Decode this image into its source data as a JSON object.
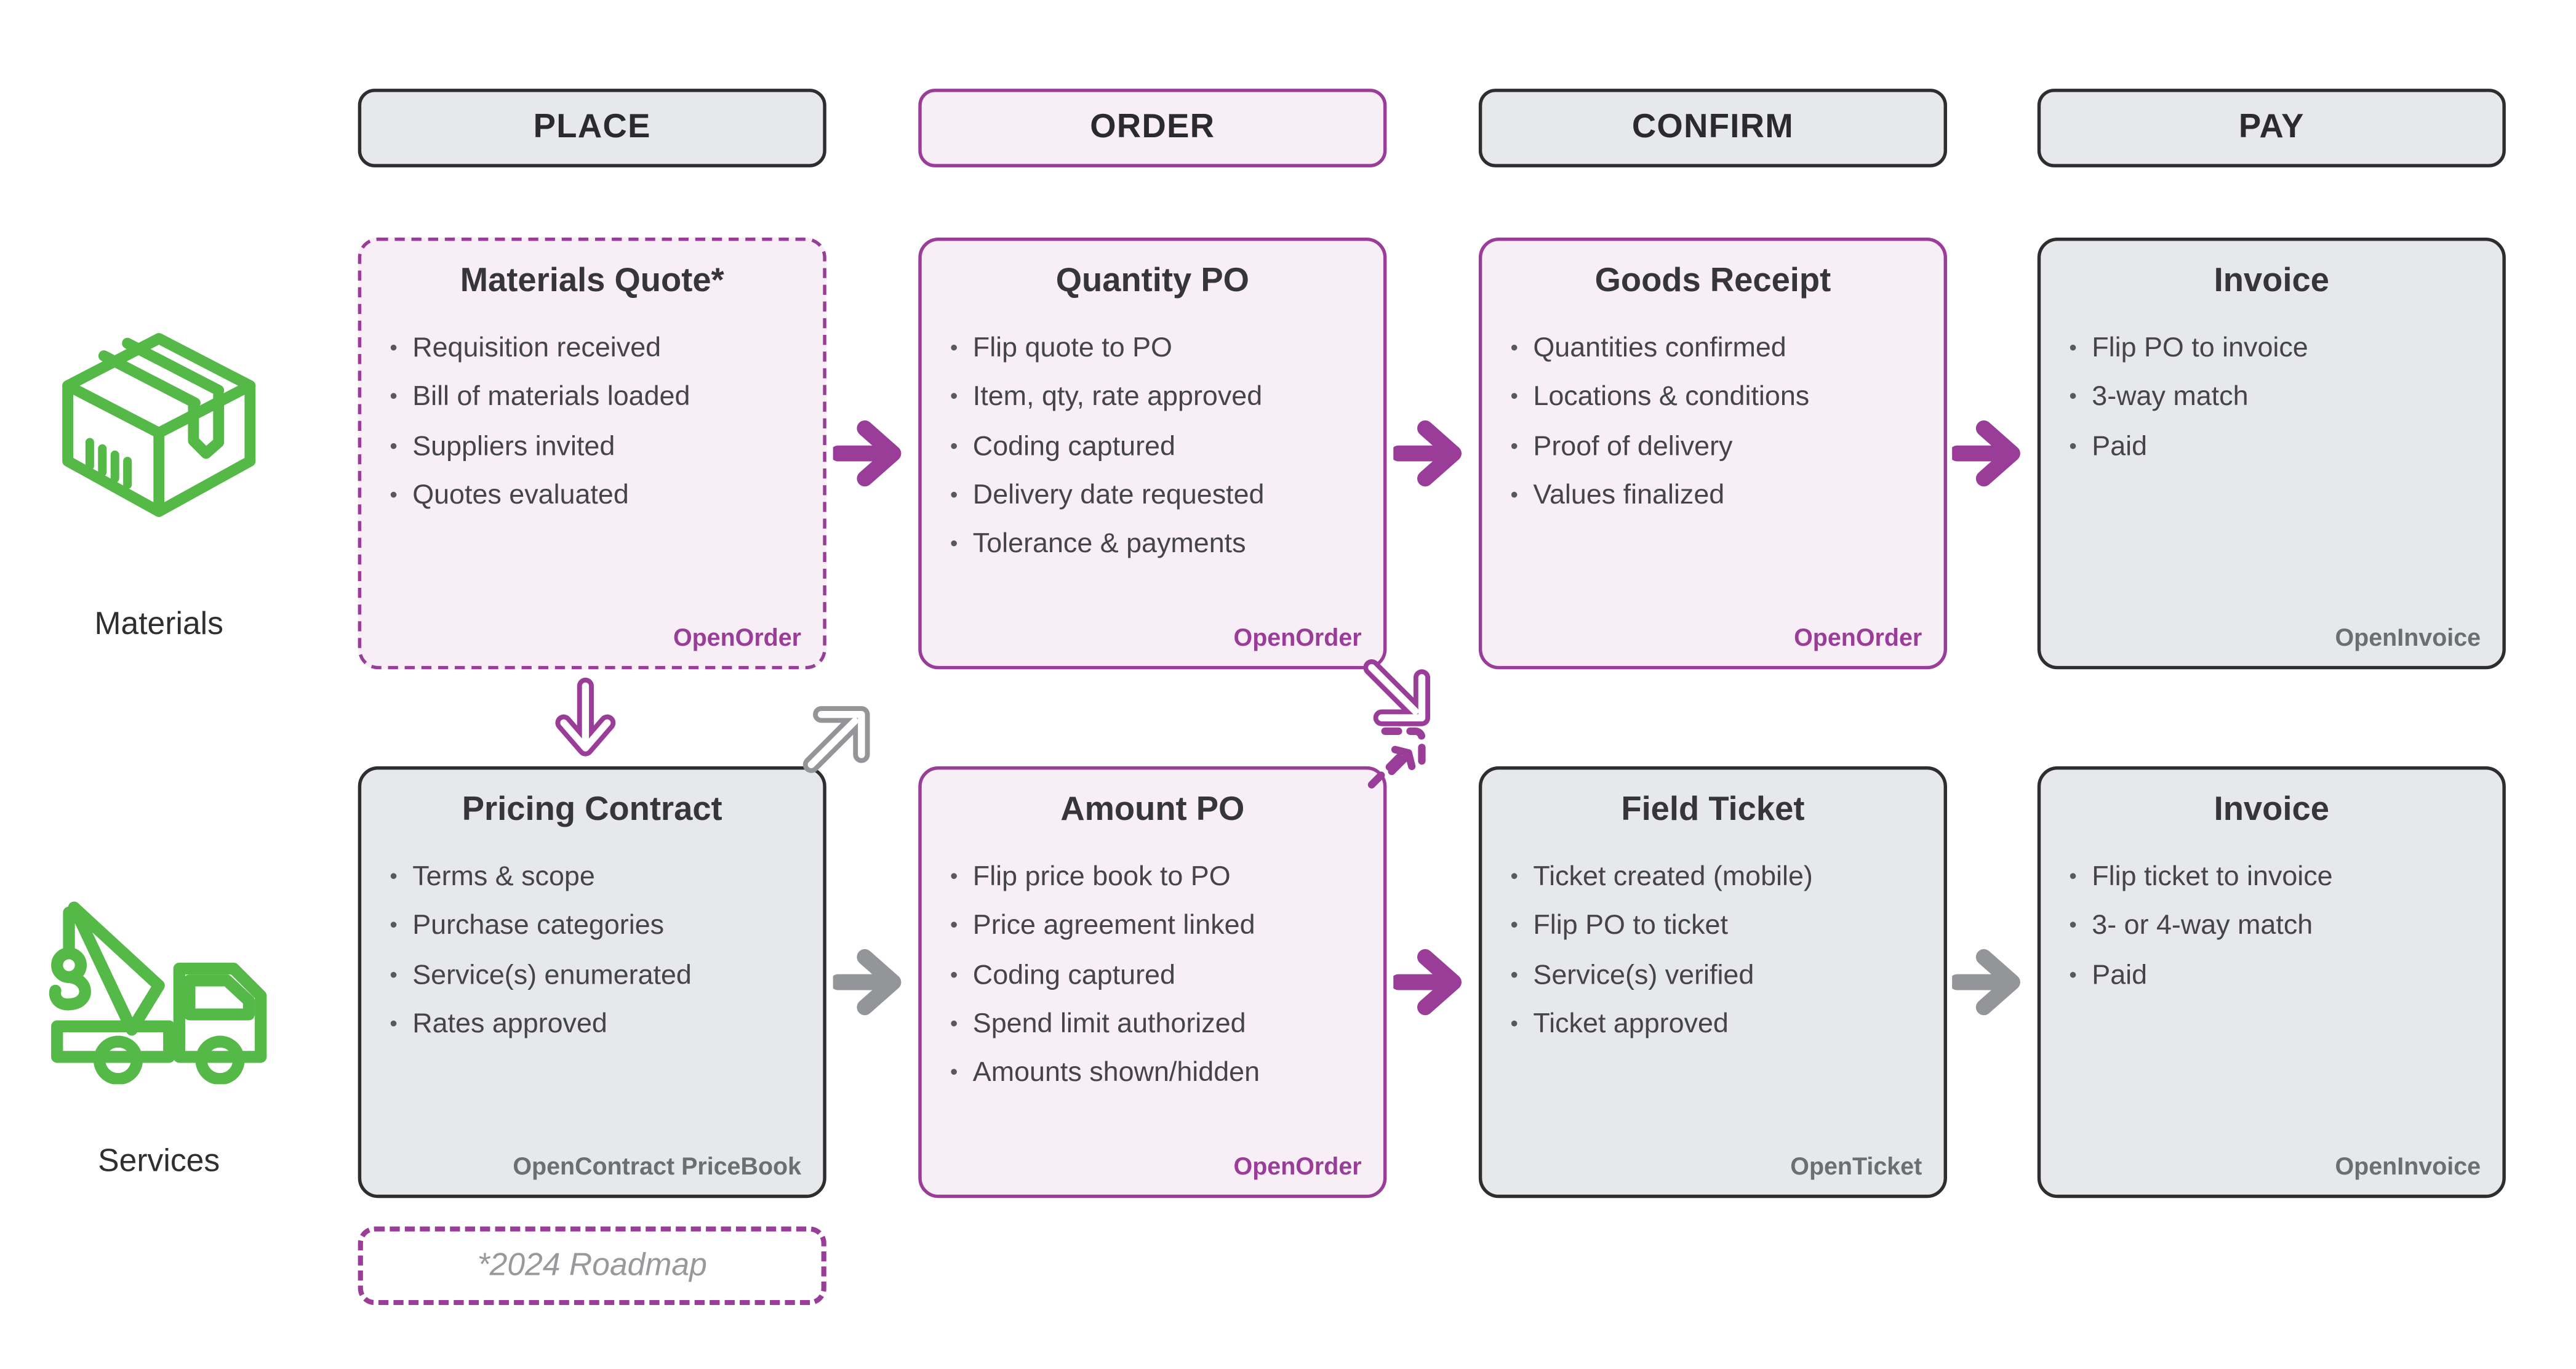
{
  "palette": {
    "purple_accent": "#9a3d98",
    "pink_box_bg": "#f7eef6",
    "gray_box_bg": "#e7e8e9",
    "dark_border": "#2e2e30",
    "body_text": "#454447",
    "muted_text": "#6d6e71",
    "green_icon": "#55b947",
    "gray_arrow": "#939598"
  },
  "columns": [
    {
      "label": "PLACE"
    },
    {
      "label": "ORDER"
    },
    {
      "label": "CONFIRM"
    },
    {
      "label": "PAY"
    }
  ],
  "rows": [
    {
      "label": "Materials",
      "icon": "package-icon",
      "boxes": [
        {
          "title": "Materials Quote*",
          "bullets": [
            "Requisition received",
            "Bill of materials loaded",
            "Suppliers invited",
            "Quotes evaluated"
          ],
          "footer": "OpenOrder"
        },
        {
          "title": "Quantity PO",
          "bullets": [
            "Flip quote to PO",
            "Item, qty, rate approved",
            "Coding captured",
            "Delivery date requested",
            "Tolerance & payments"
          ],
          "footer": "OpenOrder"
        },
        {
          "title": "Goods Receipt",
          "bullets": [
            "Quantities confirmed",
            "Locations & conditions",
            "Proof of delivery",
            "Values finalized"
          ],
          "footer": "OpenOrder"
        },
        {
          "title": "Invoice",
          "bullets": [
            "Flip PO to invoice",
            "3-way match",
            "Paid"
          ],
          "footer": "OpenInvoice"
        }
      ]
    },
    {
      "label": "Services",
      "icon": "crane-truck-icon",
      "boxes": [
        {
          "title": "Pricing Contract",
          "bullets": [
            "Terms & scope",
            "Purchase categories",
            "Service(s) enumerated",
            "Rates approved"
          ],
          "footer": "OpenContract PriceBook"
        },
        {
          "title": "Amount PO",
          "bullets": [
            "Flip price book to PO",
            "Price agreement linked",
            "Coding captured",
            "Spend limit authorized",
            "Amounts shown/hidden"
          ],
          "footer": "OpenOrder"
        },
        {
          "title": "Field Ticket",
          "bullets": [
            "Ticket created (mobile)",
            "Flip PO to ticket",
            "Service(s) verified",
            "Ticket approved"
          ],
          "footer": "OpenTicket"
        },
        {
          "title": "Invoice",
          "bullets": [
            "Flip ticket to invoice",
            "3- or 4-way match",
            "Paid"
          ],
          "footer": "OpenInvoice"
        }
      ]
    }
  ],
  "roadmap_note": "*2024 Roadmap"
}
